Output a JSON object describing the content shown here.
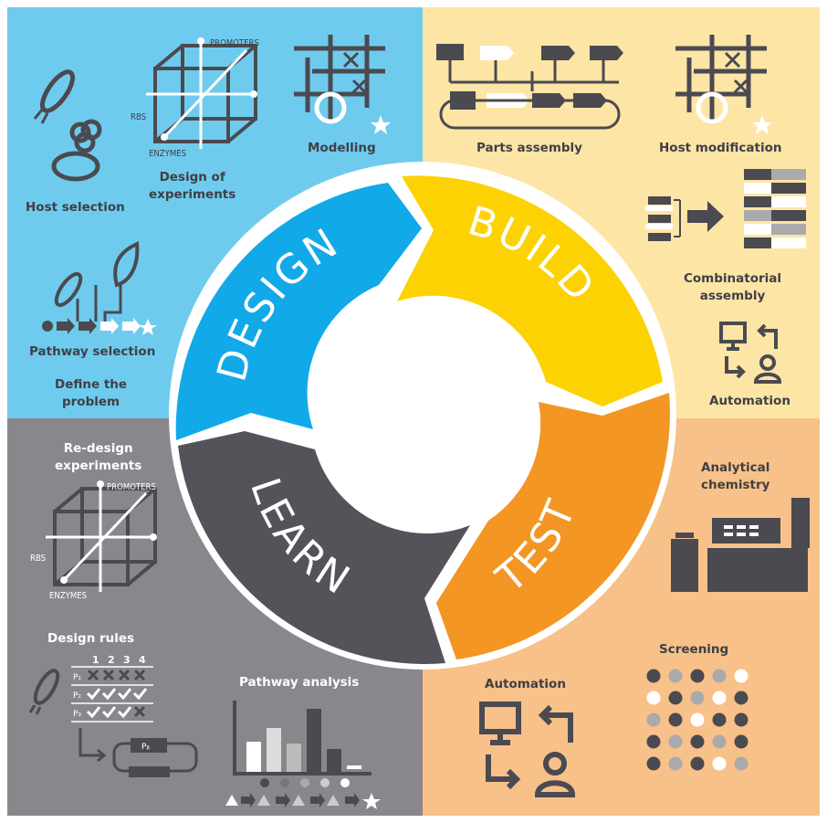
{
  "colors": {
    "design_bg": "#6fcbee",
    "build_bg": "#fde5a6",
    "test_bg": "#f7c189",
    "learn_bg": "#8a878c",
    "design_arc": "#12a9e9",
    "build_arc": "#fcd202",
    "test_arc": "#f39624",
    "learn_arc": "#545359",
    "icon": "#4a4a50"
  },
  "cycle": {
    "design": "DESIGN",
    "build": "BUILD",
    "test": "TEST",
    "learn": "LEARN"
  },
  "design": {
    "host_selection": "Host selection",
    "doe_line1": "Design of",
    "doe_line2": "experiments",
    "modelling": "Modelling",
    "pathway_selection": "Pathway selection",
    "define_line1": "Define the",
    "define_line2": "problem",
    "promoters": "PROMOTERS",
    "rbs": "RBS",
    "enzymes": "ENZYMES"
  },
  "build": {
    "parts_assembly": "Parts assembly",
    "host_modification": "Host modification",
    "combinatorial_line1": "Combinatorial",
    "combinatorial_line2": "assembly",
    "automation": "Automation"
  },
  "test": {
    "analytical_line1": "Analytical",
    "analytical_line2": "chemistry",
    "screening": "Screening",
    "automation": "Automation"
  },
  "learn": {
    "redesign_line1": "Re-design",
    "redesign_line2": "experiments",
    "promoters": "PROMOTERS",
    "rbs": "RBS",
    "enzymes": "ENZYMES",
    "design_rules": "Design rules",
    "pathway_analysis": "Pathway analysis",
    "table_headers": [
      "1",
      "2",
      "3",
      "4"
    ],
    "p_labels": [
      "P₁",
      "P₂",
      "P₃"
    ],
    "pb_label": "Pᵦ"
  }
}
